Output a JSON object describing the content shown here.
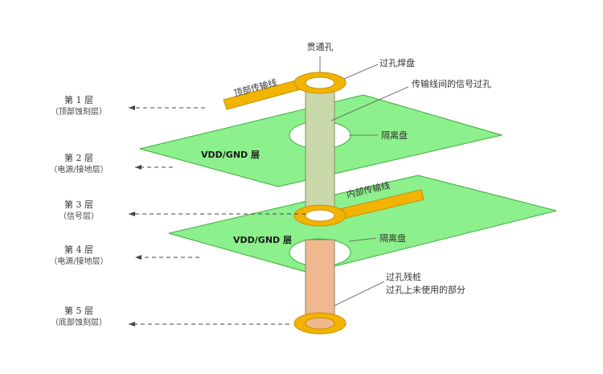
{
  "colors": {
    "plane_fill": "#8cf08c",
    "plane_stroke": "#3cae3c",
    "pad_fill": "#f2b400",
    "pad_stroke": "#c98f00",
    "barrel_top": "#c8d8a8",
    "barrel_bottom": "#f0b890",
    "barrel_stroke": "#8a8a5a",
    "arrow": "#444444"
  },
  "layers": [
    {
      "name": "第 1 层",
      "sub": "（顶部蚀刻层）"
    },
    {
      "name": "第 2 层",
      "sub": "（电源/接地层）"
    },
    {
      "name": "第 3 层",
      "sub": "（信号层）"
    },
    {
      "name": "第 4 层",
      "sub": "（电源/接地层）"
    },
    {
      "name": "第 5 层",
      "sub": "（底部蚀刻层）"
    }
  ],
  "labels": {
    "through_hole": "贯通孔",
    "via_pad": "过孔焊盘",
    "top_trace": "顶部传输线",
    "signal_via": "传输线间的信号过孔",
    "antipad_1": "隔离盘",
    "plane_1": "VDD/GND 层",
    "inner_trace": "内部传输线",
    "plane_2": "VDD/GND 层",
    "antipad_2": "隔离盘",
    "stub_1": "过孔残桩",
    "stub_2": "过孔上未使用的部分"
  }
}
